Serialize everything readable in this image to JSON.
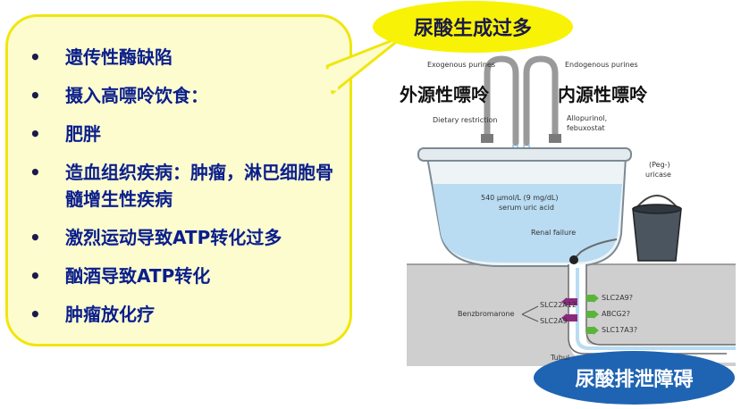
{
  "left_list": {
    "items": [
      "遗传性酶缺陷",
      "摄入高嘌呤饮食：",
      "肥胖",
      "造血组织疾病：肿瘤，淋巴细胞骨髓增生性疾病",
      "激烈运动导致ATP转化过多",
      "酗酒导致ATP转化",
      "肿瘤放化疗"
    ]
  },
  "callouts": {
    "top": "尿酸生成过多",
    "bottom": "尿酸排泄障碍"
  },
  "overlay_labels": {
    "exogenous": "外源性嘌呤",
    "endogenous": "内源性嘌呤"
  },
  "diagram": {
    "exogenous_purines": "Exogenous purines",
    "endogenous_purines": "Endogenous purines",
    "dietary_restriction": "Dietary restriction",
    "allopurinol_1": "Allopurinol,",
    "allopurinol_2": "febuxostat",
    "serum_1": "540 µmol/L (9 mg/dL)",
    "serum_2": "serum uric acid",
    "renal_failure": "Renal failure",
    "uricase_1": "(Peg-)",
    "uricase_2": "uricase",
    "benzbromarone": "Benzbromarone",
    "slc22a12": "SLC22A12",
    "slc2a9_left": "SLC2A9",
    "slc2a9_right": "SLC2A9?",
    "abcg2": "ABCG2?",
    "slc17a3": "SLC17A3?",
    "tubule": "Tubul"
  },
  "colors": {
    "bubble_fill": "#fcfccf",
    "bubble_border": "#f0e60e",
    "list_text": "#0a1e8c",
    "top_callout": "#f8f206",
    "bottom_callout": "#1f64b3",
    "water": "#b9dcf2",
    "inhibit_purple": "#8a2a7a",
    "transporter_green": "#5ab43c"
  }
}
